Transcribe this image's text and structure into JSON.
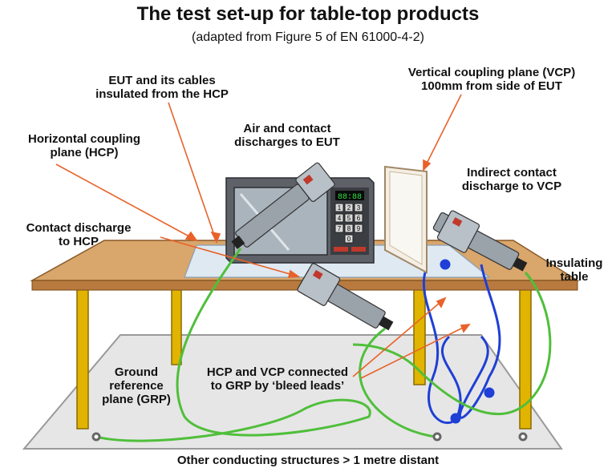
{
  "title": "The test set-up for table-top products",
  "subtitle": "(adapted from Figure 5 of EN 61000-4-2)",
  "labels": {
    "eut_insulated": [
      "EUT and its cables",
      "insulated from the HCP"
    ],
    "hcp": [
      "Horizontal coupling",
      "plane (HCP)"
    ],
    "air_contact": [
      "Air and contact",
      "discharges to EUT"
    ],
    "vcp": [
      "Vertical coupling plane (VCP)",
      "100mm from side of EUT"
    ],
    "indirect": [
      "Indirect contact",
      "discharge to VCP"
    ],
    "contact_hcp": [
      "Contact discharge",
      "to HCP"
    ],
    "insulating_table": [
      "Insulating",
      "table"
    ],
    "grp": [
      "Ground",
      "reference",
      "plane (GRP)"
    ],
    "bleed": [
      "HCP and VCP connected",
      "to GRP by ‘bleed leads’"
    ]
  },
  "footer": "Other conducting structures > 1 metre distant",
  "eut": {
    "display": "88:88",
    "keypad": [
      "1",
      "2",
      "3",
      "4",
      "5",
      "6",
      "7",
      "8",
      "9",
      "0"
    ]
  },
  "colors": {
    "table_top": "#d9a66b",
    "table_leg": "#e0b400",
    "grp": "#e8e8e8",
    "hcp": "#dfe9f2",
    "eut_body": "#6f7378",
    "green_cable": "#4fbf3a",
    "blue_cable": "#1f3fd6",
    "arrow": "#e8622a"
  }
}
